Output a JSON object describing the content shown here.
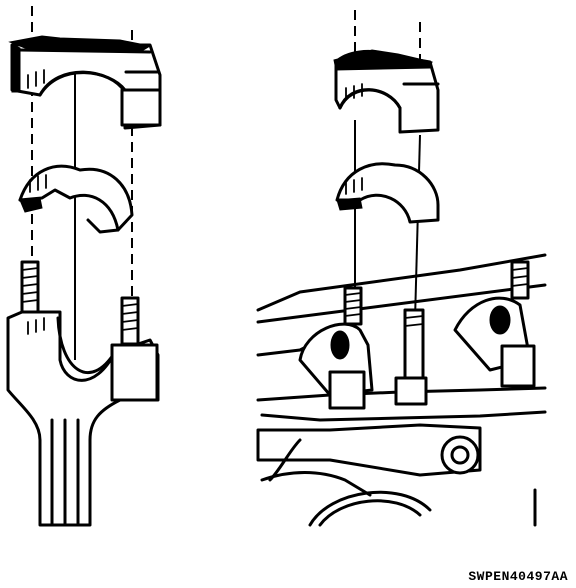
{
  "figure": {
    "part_code": "SWPEN40497AA",
    "ink_color": "#000000",
    "paper_color": "#ffffff",
    "panels": [
      "connecting-rod-bearing-assembly",
      "main-bearing-assembly"
    ]
  }
}
